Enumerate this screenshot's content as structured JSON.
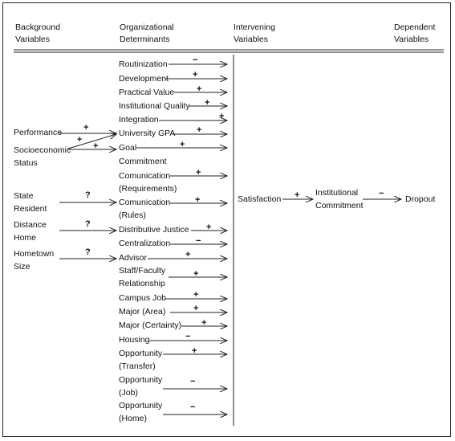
{
  "headers": {
    "background": [
      "Background",
      "Variables"
    ],
    "organizational": [
      "Organizational",
      "Determinants"
    ],
    "intervening": [
      "Intervening",
      "Variables"
    ],
    "dependent": [
      "Dependent",
      "Variables"
    ]
  },
  "background_vars": [
    {
      "label": [
        "Performance"
      ]
    },
    {
      "label": [
        "Socioeconomic",
        "Status"
      ]
    },
    {
      "label": [
        "State",
        "Resident"
      ]
    },
    {
      "label": [
        "Distance",
        "Home"
      ]
    },
    {
      "label": [
        "Hometown",
        "Size"
      ]
    }
  ],
  "background_links": [
    {
      "from": "Performance",
      "to": "University GPA",
      "sign": "+"
    },
    {
      "from": "Socioeconomic Status",
      "to": "University GPA",
      "sign": "+"
    },
    {
      "from": "Socioeconomic Status",
      "to": "Goal",
      "sign": "+"
    },
    {
      "from": "State Resident",
      "to": "Comunication (Rules)",
      "sign": "?"
    },
    {
      "from": "Distance Home",
      "to": "Distributive Justice",
      "sign": "?"
    },
    {
      "from": "Hometown Size",
      "to": "Advisor",
      "sign": "?"
    }
  ],
  "org_determinants": [
    {
      "label": [
        "Routinization"
      ],
      "sign": "−"
    },
    {
      "label": [
        "Development"
      ],
      "sign": "+"
    },
    {
      "label": [
        "Practical Value"
      ],
      "sign": "+"
    },
    {
      "label": [
        "Institutional Quality"
      ],
      "sign": "+"
    },
    {
      "label": [
        "Integration"
      ],
      "sign": "+"
    },
    {
      "label": [
        "University GPA"
      ],
      "sign": "+"
    },
    {
      "label": [
        "Goal"
      ],
      "sign": "+"
    },
    {
      "label": [
        "Commitment"
      ],
      "sign": ""
    },
    {
      "label": [
        "Comunication",
        "(Requirements)"
      ],
      "sign": "+"
    },
    {
      "label": [
        "Comunication",
        "(Rules)"
      ],
      "sign": "+"
    },
    {
      "label": [
        "Distributive Justice"
      ],
      "sign": "+"
    },
    {
      "label": [
        "Centralization"
      ],
      "sign": "−"
    },
    {
      "label": [
        "Advisor"
      ],
      "sign": "+"
    },
    {
      "label": [
        "Staff/Faculty",
        "Relationship"
      ],
      "sign": "+"
    },
    {
      "label": [
        "Campus Job"
      ],
      "sign": "+"
    },
    {
      "label": [
        "Major (Area)"
      ],
      "sign": "+"
    },
    {
      "label": [
        "Major (Certainty)"
      ],
      "sign": "+"
    },
    {
      "label": [
        "Housing"
      ],
      "sign": "−"
    },
    {
      "label": [
        "Opportunity",
        "(Transfer)"
      ],
      "sign": "+"
    },
    {
      "label": [
        "Opportunity",
        "(Job)"
      ],
      "sign": "−"
    },
    {
      "label": [
        "Opportunity",
        "(Home)"
      ],
      "sign": "−"
    }
  ],
  "intervening": {
    "label": "Satisfaction",
    "sign": "+"
  },
  "institutional": {
    "label": [
      "Institutional",
      "Commitment"
    ],
    "sign": "−"
  },
  "dependent": {
    "label": "Dropout"
  }
}
